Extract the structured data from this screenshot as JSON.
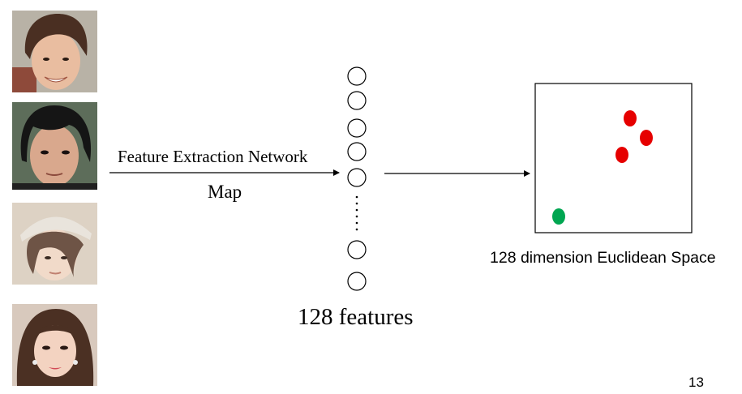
{
  "label_top": "Feature Extraction Network",
  "label_bottom": "Map",
  "features_label": "128 features",
  "space_label": "128 dimension Euclidean Space",
  "page_number": "13",
  "photos": [
    {
      "name": "face-photo-1",
      "skin": "#e9bda0",
      "hair": "#4a2f22",
      "bg": "#b8b2a6"
    },
    {
      "name": "face-photo-2",
      "skin": "#d9a88d",
      "hair": "#151515",
      "bg": "#5d6d5a"
    },
    {
      "name": "face-photo-3",
      "skin": "#f1dac9",
      "hair": "#6e5446",
      "bg": "#ddd2c4"
    },
    {
      "name": "face-photo-4",
      "skin": "#f3d3c1",
      "hair": "#4b3023",
      "bg": "#d8c9bd"
    }
  ],
  "scatter": {
    "points": [
      {
        "color": "#e60000"
      },
      {
        "color": "#e60000"
      },
      {
        "color": "#e60000"
      },
      {
        "color": "#00a651"
      }
    ]
  }
}
